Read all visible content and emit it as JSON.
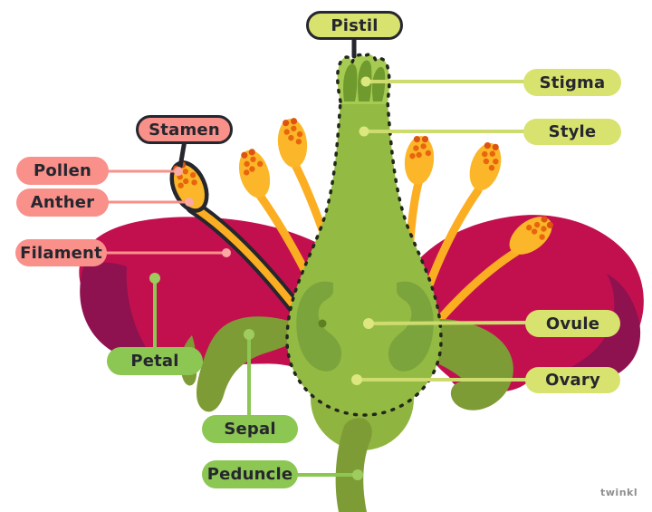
{
  "title": "Parts of a flower diagram",
  "labels": [
    {
      "id": "pistil",
      "text": "Pistil",
      "style": "yellow-outlined"
    },
    {
      "id": "stigma",
      "text": "Stigma",
      "style": "yellow"
    },
    {
      "id": "style",
      "text": "Style",
      "style": "yellow"
    },
    {
      "id": "stamen",
      "text": "Stamen",
      "style": "pink-outlined"
    },
    {
      "id": "pollen",
      "text": "Pollen",
      "style": "pink"
    },
    {
      "id": "anther",
      "text": "Anther",
      "style": "pink"
    },
    {
      "id": "filament",
      "text": "Filament",
      "style": "pink"
    },
    {
      "id": "petal",
      "text": "Petal",
      "style": "green"
    },
    {
      "id": "sepal",
      "text": "Sepal",
      "style": "green"
    },
    {
      "id": "peduncle",
      "text": "Peduncle",
      "style": "green"
    },
    {
      "id": "ovule",
      "text": "Ovule",
      "style": "yellow"
    },
    {
      "id": "ovary",
      "text": "Ovary",
      "style": "yellow"
    }
  ],
  "watermark": "twinkl",
  "colors": {
    "label_pink": "#F9908A",
    "label_green": "#8CC653",
    "label_yellow_green": "#D8E26E",
    "outline_dark": "#26262E",
    "petal_crimson": "#C2104F",
    "petal_shadow": "#8E1150",
    "stamen_yellow": "#FBAE21",
    "pollen_orange": "#E8650D",
    "pistil_green": "#93BB43",
    "stigma_lobe_green": "#6F9A2D",
    "ovule_green": "#7CA43C",
    "sepal_olive": "#7E9C35",
    "leader_pale_green": "#CEDC6F"
  }
}
